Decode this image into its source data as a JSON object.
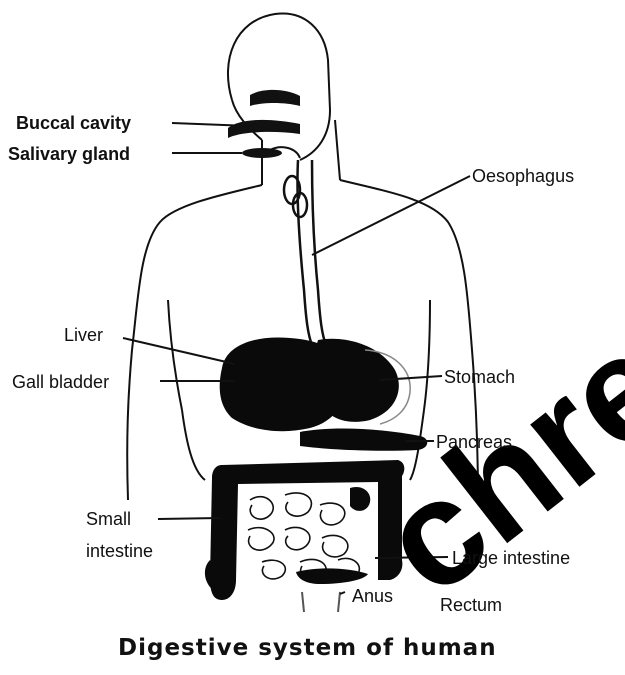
{
  "caption": "Digestive system of human",
  "watermark": "chre",
  "labels": {
    "buccal_cavity": "Buccal cavity",
    "salivary_gland": "Salivary gland",
    "oesophagus": "Oesophagus",
    "liver": "Liver",
    "gall_bladder": "Gall bladder",
    "stomach": "Stomach",
    "pancreas": "Pancreas",
    "small_intestine_line1": "Small",
    "small_intestine_line2": "intestine",
    "large_intestine": "Large intestine",
    "rectum": "Rectum",
    "anus": "Anus"
  },
  "colors": {
    "ink": "#111111",
    "organ": "#0a0a0a",
    "paper": "#ffffff"
  }
}
